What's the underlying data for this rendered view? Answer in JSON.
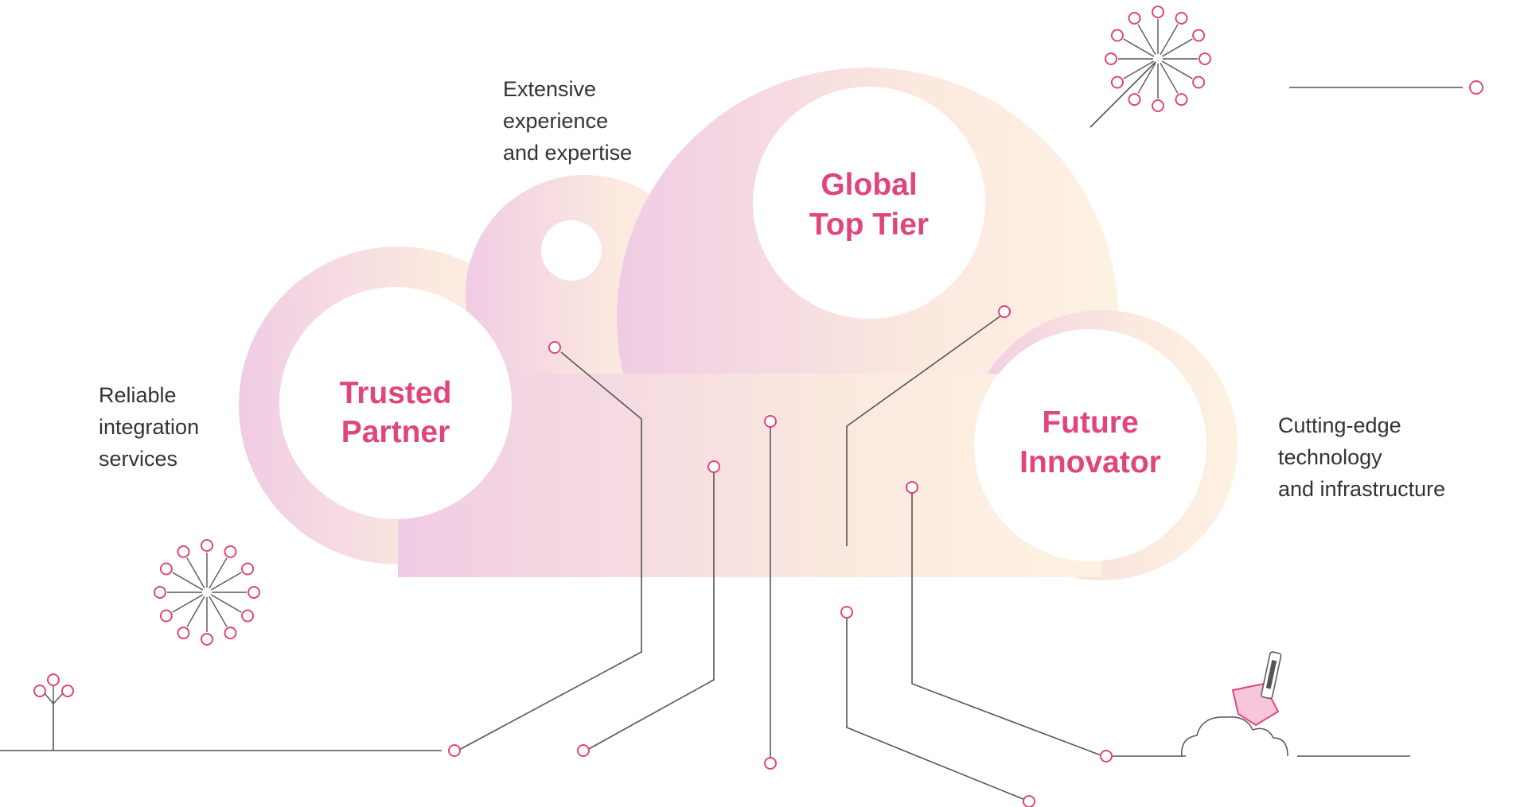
{
  "theme": {
    "accent": "#e0457b",
    "cloud_gradient": [
      "#f0cce4",
      "#fbe8df",
      "#fdf2e2"
    ],
    "line": "#555555",
    "text": "#333333"
  },
  "bubbles": {
    "trusted": {
      "line1": "Trusted",
      "line2": "Partner"
    },
    "global": {
      "line1": "Global",
      "line2": "Top Tier"
    },
    "future": {
      "line1": "Future",
      "line2": "Innovator"
    }
  },
  "notes": {
    "extensive": "Extensive\nexperience\nand expertise",
    "reliable": "Reliable\nintegration\nservices",
    "cutting": "Cutting-edge\ntechnology\nand infrastructure"
  },
  "icons": [
    "flower-icon",
    "sprout-icon",
    "bush-icon",
    "trowel-icon",
    "node-dot-icon"
  ]
}
